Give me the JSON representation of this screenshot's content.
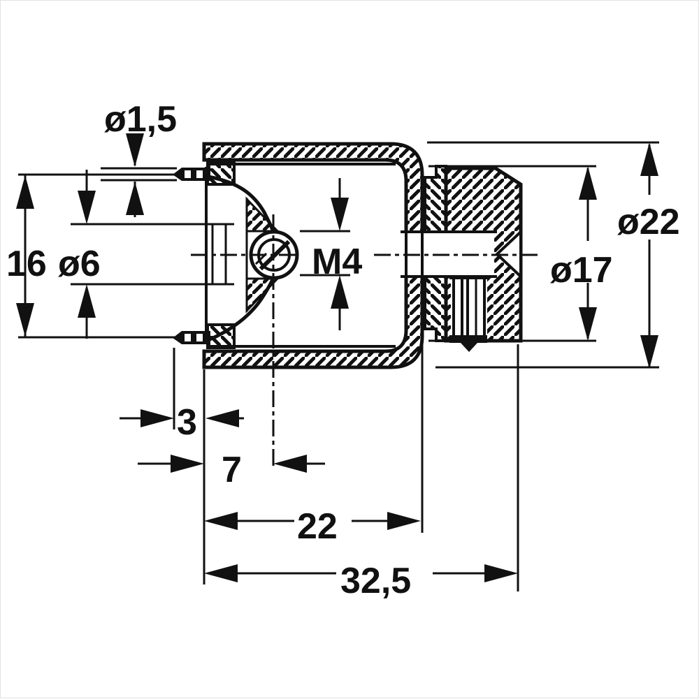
{
  "drawing": {
    "background": "#ffffff",
    "ink": "#111111",
    "labels": {
      "pin_diameter": "ø1,5",
      "pin_spacing": "16",
      "hub_bore_diameter": "ø6",
      "thread": "M4",
      "bushing_diameter": "ø17",
      "body_diameter": "ø22",
      "pin_protrusion": "3",
      "screw_axis_offset": "7",
      "body_depth": "22",
      "overall_length": "32,5"
    }
  }
}
